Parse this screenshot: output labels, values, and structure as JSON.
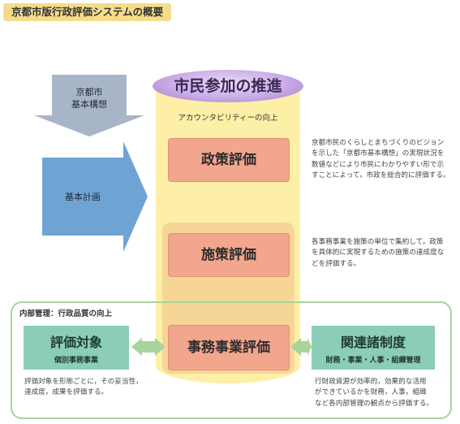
{
  "header": {
    "title": "京都市版行政評価システムの概要"
  },
  "left_arrows": {
    "kihon_kousou": {
      "line1": "京都市",
      "line2": "基本構想"
    },
    "kihon_keikaku": {
      "label": "基本計画"
    }
  },
  "cylinder": {
    "title": "市民参加の推進",
    "subtitle": "アカウンタビリティーの向上"
  },
  "boxes": {
    "seisaku": "政策評価",
    "shisaku": "施策評価",
    "jimu": "事務事業評価"
  },
  "descriptions": {
    "seisaku": [
      "京都市民のくらしとまちづくりのビジョン",
      "を示した「京都市基本構想」の実現状況を",
      "数値などにより市民にわかりやすい形で示",
      "すことによって，市政を総合的に評価する。"
    ],
    "shisaku": [
      "各事務事業を施策の単位で集約して，政策",
      "を具体的に実現するための施策の達成度な",
      "どを評価する。"
    ]
  },
  "internal": {
    "label": "内部管理：行政品質の向上",
    "left_box": {
      "title": "評価対象",
      "sub": "個別事務事業"
    },
    "left_desc": [
      "評価対象を形態ごとに，その妥当性，",
      "達成度，成果を評価する。"
    ],
    "right_box": {
      "title": "関連諸制度",
      "sub": "財務・事業・人事・組織管理"
    },
    "right_desc": [
      "行財政資源が効率的，効果的な活用",
      "ができているかを財務，人事，組織",
      "など各内部管理の観点から評価する。"
    ]
  },
  "colors": {
    "cylinder_body": "#fdf0a6",
    "cylinder_top": "#c9ace6",
    "eval_box": "#f2a68d",
    "shisaku_band": "#f6d697",
    "arrow_gray": "#a8b5c8",
    "arrow_blue": "#6ea4d3",
    "green_box": "#8ccdb8",
    "green_frame": "#a8d49b"
  }
}
